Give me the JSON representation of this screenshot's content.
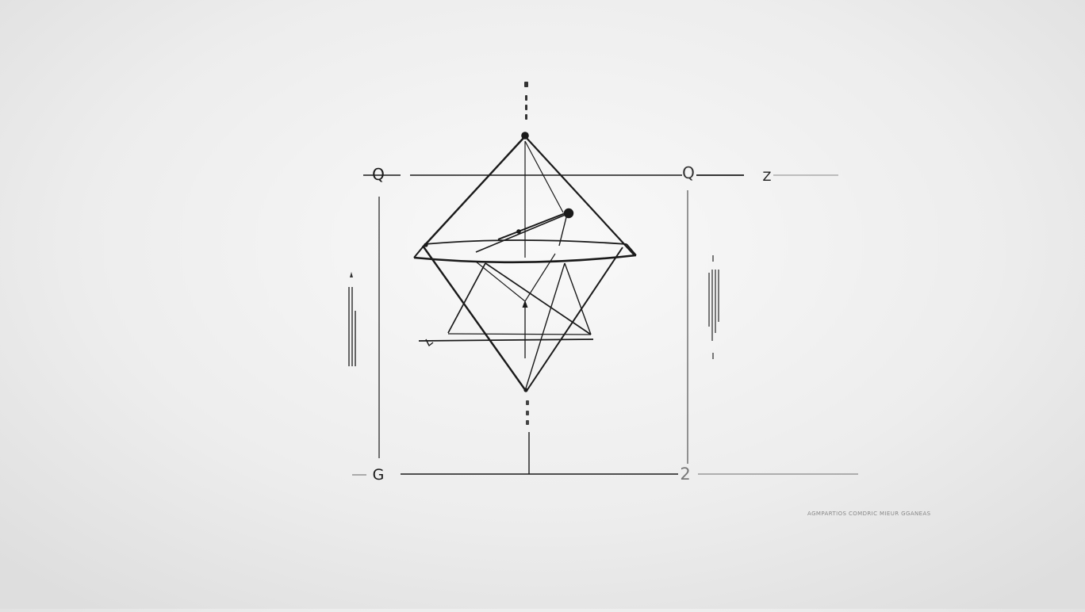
{
  "colors": {
    "background": "#ececec",
    "ink": "#1a1a1a",
    "grey_ink": "#777777",
    "faint_ink": "#999999"
  },
  "labels": {
    "top_left": "Q",
    "top_right": "Q",
    "top_far_right": "Z",
    "bottom_left": "G",
    "bottom_right": "2"
  },
  "footer_text": "AGMPARTIOS COMDRIC   MIEUR GGANEAS"
}
